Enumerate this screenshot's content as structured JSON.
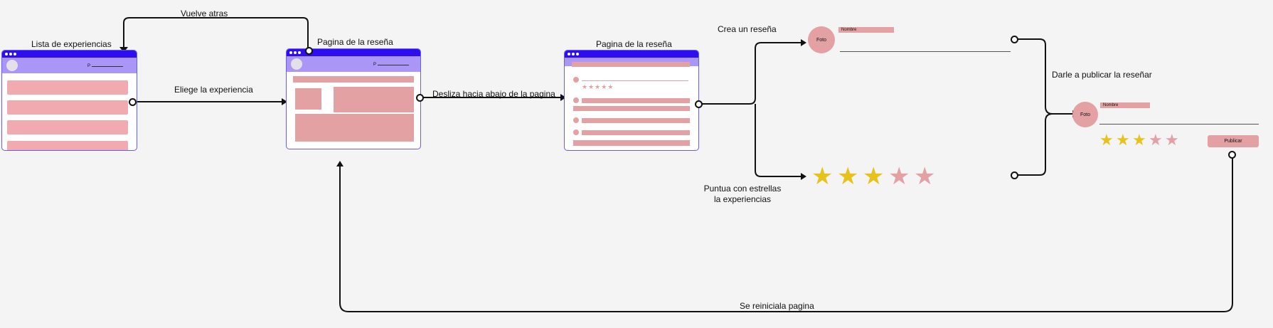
{
  "labels": {
    "vuelve_atras": "Vuelve atras",
    "lista_experiencias": "Lista de experiencias",
    "pagina_resena_1": "Pagina de la reseña",
    "pagina_resena_2": "Pagina de la reseña",
    "eliege_experiencia": "Eliege la experiencia",
    "desliza": "Desliza hacia abajo de la pagina",
    "crea_resena": "Crea un reseña",
    "darle_publicar": "Darle a publicar la reseñar",
    "puntua_line1": "Puntua con estrellas",
    "puntua_line2": "la experiencias",
    "reinicia": "Se reiniciala pagina"
  },
  "review_form": {
    "foto": "Foto",
    "nombre": "Nombre",
    "publicar": "Publicar"
  },
  "search_glyph": "P",
  "star_glyph": "★",
  "rating_large": {
    "filled": 3,
    "total": 5
  },
  "rating_final": {
    "filled": 3,
    "total": 5
  },
  "rating_mini": {
    "filled": 0,
    "total": 5
  },
  "colors": {
    "titlebar": "#2e0ef0",
    "header": "#a996f7",
    "placeholder_pink": "#f1aab0",
    "content_pink": "#e4a1a3",
    "star_gold": "#e8c21c",
    "background": "#f4f4f4"
  }
}
